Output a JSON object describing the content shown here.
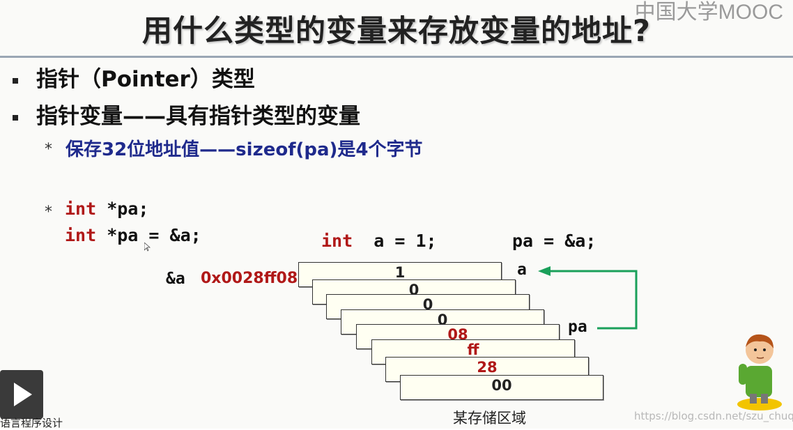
{
  "slide": {
    "title": "用什么类型的变量来存放变量的地址?",
    "logo_text": "中国大学MOOC",
    "bullets": [
      "指针（Pointer）类型",
      "指针变量——具有指针类型的变量"
    ],
    "sub_bullet": "保存32位地址值——sizeof(pa)是4个字节",
    "code": {
      "line1_kw": "int",
      "line1_rest": " *pa;",
      "line2_kw": "int",
      "line2_rest": " *pa = &a;",
      "line3_kw": "int",
      "line3_rest": "  a = 1;",
      "line4": "pa = &a;"
    },
    "memory": {
      "address_label": "&a",
      "address_value": "0x0028ff08",
      "var_a_label": "a",
      "var_pa_label": "pa",
      "cells": [
        "1",
        "0",
        "0",
        "0",
        "08",
        "ff",
        "28",
        "00"
      ],
      "caption": "某存储区域"
    },
    "footer": {
      "course": "语言程序设计",
      "watermark": "https://blog.csdn.net/szu_chuqi"
    }
  }
}
